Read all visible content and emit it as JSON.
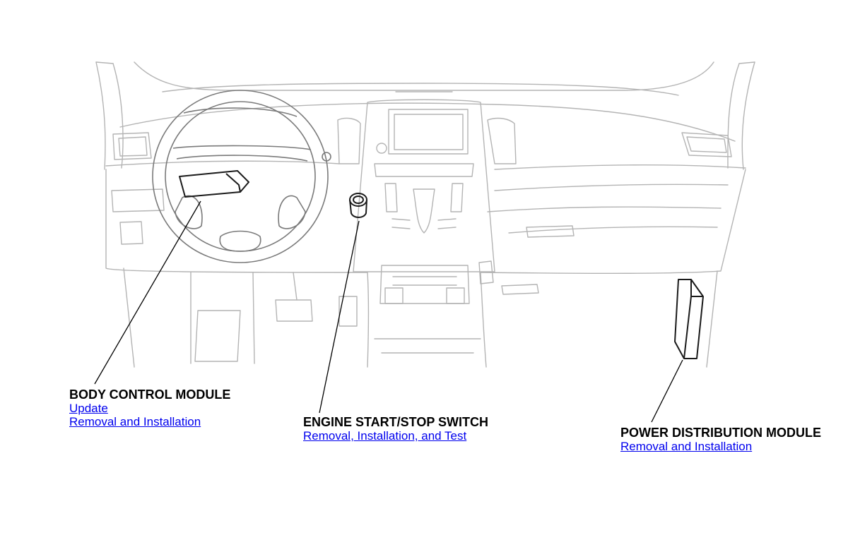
{
  "callouts": {
    "body_control_module": {
      "title": "BODY CONTROL MODULE",
      "links": [
        "Update",
        "Removal and Installation"
      ]
    },
    "engine_start_stop_switch": {
      "title": "ENGINE START/STOP SWITCH",
      "links": [
        "Removal, Installation, and Test"
      ]
    },
    "power_distribution_module": {
      "title": "POWER DISTRIBUTION MODULE",
      "links": [
        "Removal and Installation"
      ]
    }
  },
  "colors": {
    "link": "#0000ee",
    "label": "#000000",
    "drawing_line": "#b4b4b4",
    "highlight_part": "#1a1a1a"
  }
}
